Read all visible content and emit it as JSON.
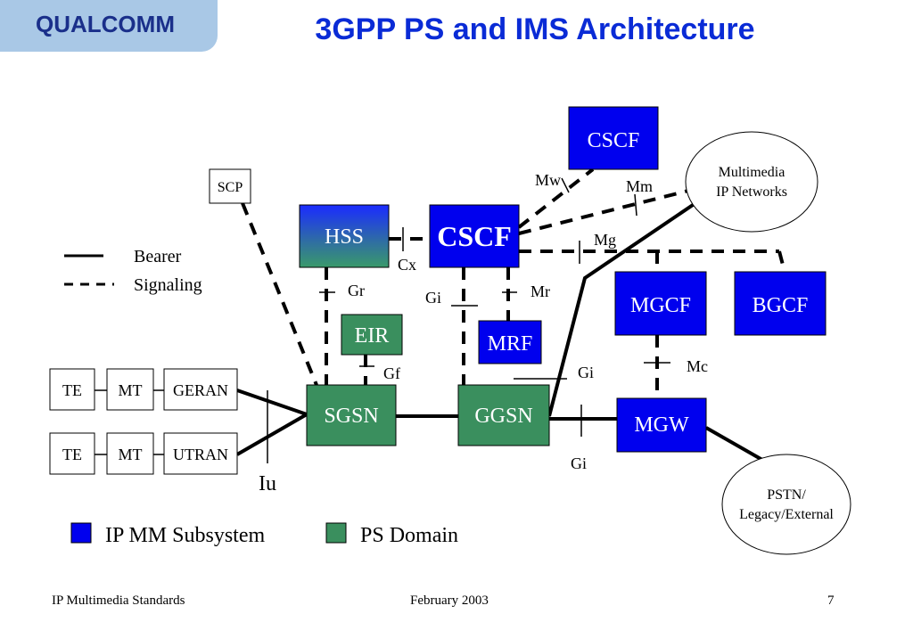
{
  "header": {
    "logo": "QUALCOMM",
    "title": "3GPP PS and IMS Architecture"
  },
  "legend": {
    "bearer": "Bearer",
    "signaling": "Signaling",
    "ip_mm_subsystem": "IP MM Subsystem",
    "ps_domain": "PS Domain"
  },
  "nodes": {
    "cscf_top": "CSCF",
    "cscf_main": "CSCF",
    "hss": "HSS",
    "scp": "SCP",
    "eir": "EIR",
    "mrf": "MRF",
    "mgcf": "MGCF",
    "bgcf": "BGCF",
    "mgw": "MGW",
    "sgsn": "SGSN",
    "ggsn": "GGSN",
    "te1": "TE",
    "mt1": "MT",
    "geran": "GERAN",
    "te2": "TE",
    "mt2": "MT",
    "utran": "UTRAN",
    "multimedia_line1": "Multimedia",
    "multimedia_line2": "IP Networks",
    "pstn_line1": "PSTN/",
    "pstn_line2": "Legacy/External"
  },
  "interfaces": {
    "mw": "Mw",
    "mm": "Mm",
    "mg": "Mg",
    "cx": "Cx",
    "gr": "Gr",
    "gi_a": "Gi",
    "mr": "Mr",
    "gf": "Gf",
    "gi_b": "Gi",
    "mc": "Mc",
    "gi_c": "Gi",
    "iu": "Iu"
  },
  "footer": {
    "left": "IP Multimedia Standards",
    "center": "February 2003",
    "page": "7"
  },
  "colors": {
    "ims_blue": "#0000ee",
    "ps_green": "#3a8f5e",
    "title_blue": "#0a2bd6"
  }
}
